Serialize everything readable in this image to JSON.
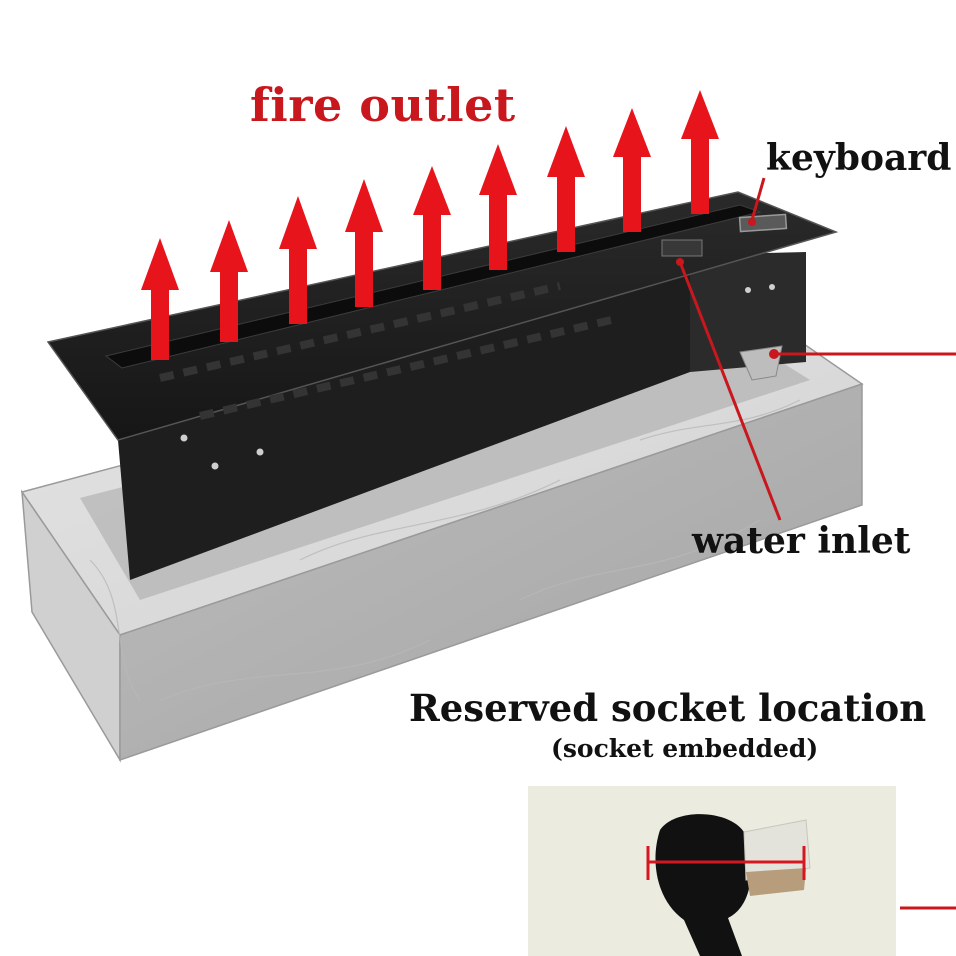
{
  "labels": {
    "fire_outlet": "fire outlet",
    "keyboard": "keyboard",
    "water_inlet": "water inlet",
    "socket_title": "Reserved socket location",
    "socket_subtitle": "(socket embedded)"
  },
  "colors": {
    "accent_red": "#e8141c",
    "label_red": "#c8171d",
    "burner_black": "#1c1c1c",
    "stone_grey": "#cfcfcf",
    "photo_background": "#ebebdf"
  },
  "icons": {
    "flame_direction": "up-arrow-icon"
  }
}
